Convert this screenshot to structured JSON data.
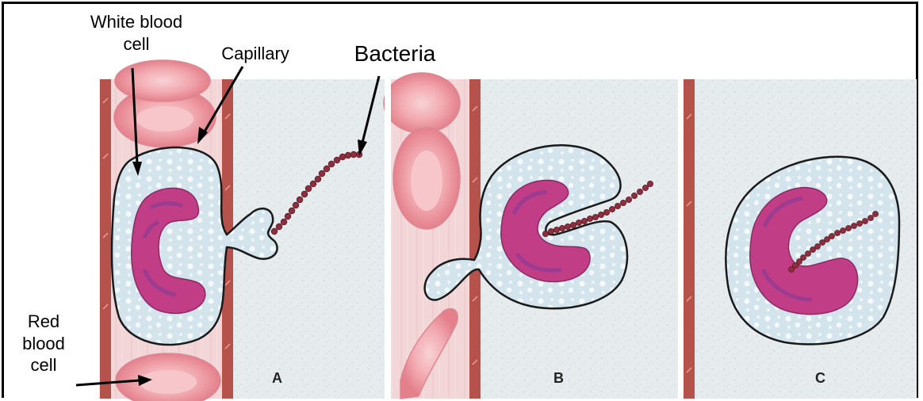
{
  "labels": {
    "white_blood_cell_line1": "White blood",
    "white_blood_cell_line2": "cell",
    "capillary": "Capillary",
    "bacteria": "Bacteria",
    "red_blood_cell_line1": "Red",
    "red_blood_cell_line2": "blood",
    "red_blood_cell_line3": "cell"
  },
  "panels": {
    "a": "A",
    "b": "B",
    "c": "C"
  },
  "colors": {
    "background": "#e7ecee",
    "capillary_fill": "#f0d4d6",
    "vessel_wall": "#b34a44",
    "red_blood_cell": "#ee9aa2",
    "white_cell_fill": "#d9e8ef",
    "nucleus": "#c03c85",
    "bacteria": "#8d2f3f"
  }
}
